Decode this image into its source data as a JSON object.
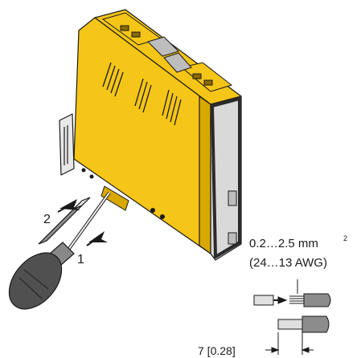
{
  "colors": {
    "housing": "#f5c518",
    "housing_shade": "#d9a800",
    "housing_dark": "#8a6a00",
    "front_panel": "#d9d9d9",
    "front_border": "#2a2a2a",
    "outline": "#1a1a1a",
    "screwdriver_handle": "#505050",
    "wire_insulation": "#8c8c8c",
    "ferrule": "#e0e0e0",
    "arrow": "#1a1a1a"
  },
  "icons": [
    "screwdriver-icon",
    "wire-ferrule-icon",
    "arrow-icon"
  ],
  "steps": {
    "step1": "1",
    "step2": "2"
  },
  "wire_spec": {
    "cross_section": "0.2…2.5 mm",
    "cross_section_exponent": "2",
    "awg": "(24…13 AWG)",
    "strip_length": "7 [0.28]"
  }
}
